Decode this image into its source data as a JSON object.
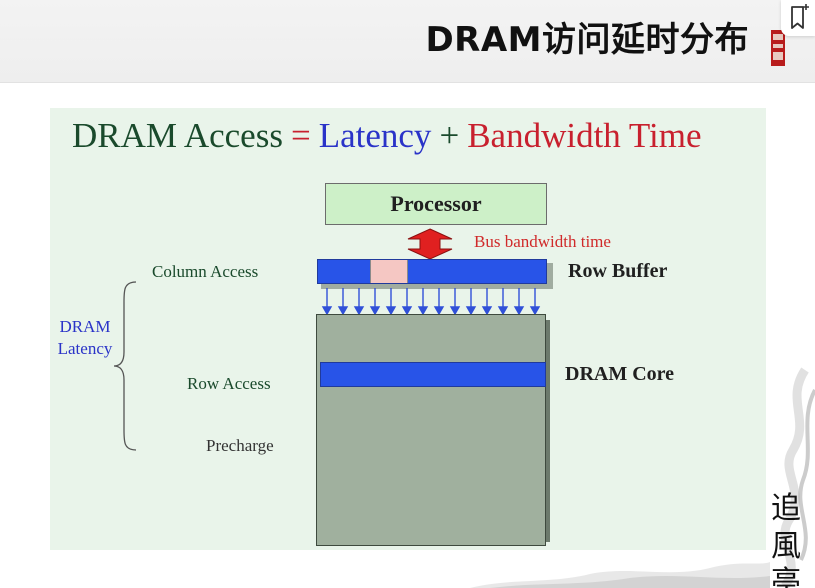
{
  "slide": {
    "title": "DRAM访问延时分布"
  },
  "equation": {
    "access": "DRAM Access",
    "equals": "=",
    "latency": "Latency",
    "plus": "+",
    "bandwidth_time": "Bandwidth Time"
  },
  "diagram": {
    "processor": "Processor",
    "bus_bandwidth_time": "Bus bandwidth time",
    "row_buffer": "Row Buffer",
    "dram_core": "DRAM Core",
    "column_access": "Column Access",
    "row_access": "Row Access",
    "precharge": "Precharge",
    "dram_latency_line1": "DRAM",
    "dram_latency_line2": "Latency"
  },
  "colors": {
    "access_text": "#1a4a2c",
    "latency_text": "#2a33c8",
    "bandwidth_text": "#c8202e",
    "row_blue": "#2854e8",
    "core_green": "#a0b09e",
    "processor_fill": "#cdf0c8",
    "selected_cell": "#f5c7c3",
    "bus_arrow": "#e02020"
  },
  "icons": {
    "bookmark": "bookmark-add-icon",
    "seal": "red-seal-icon",
    "ink_decoration": "ink-calligraphy-decoration"
  }
}
